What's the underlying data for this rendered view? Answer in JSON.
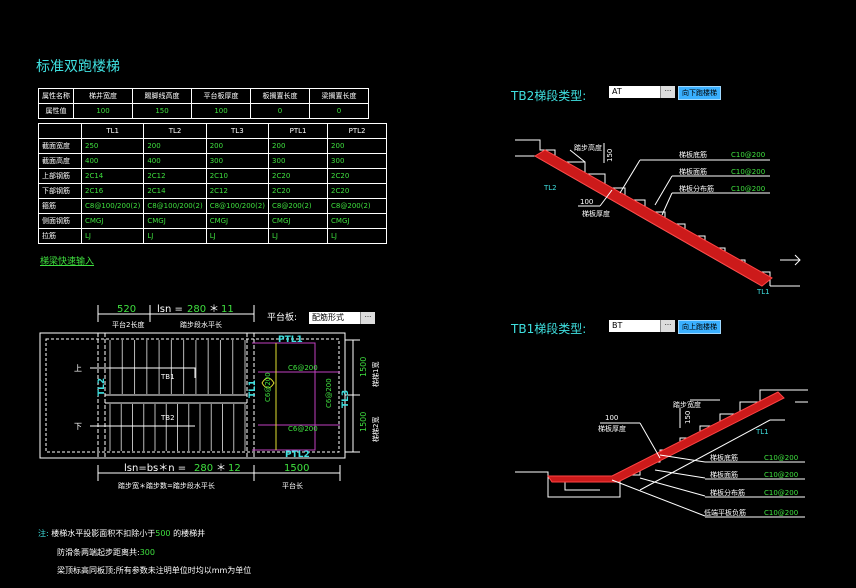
{
  "title": "标准双跑楼梯",
  "top_table": {
    "headers": [
      "属性名称",
      "梯井宽度",
      "踢脚线高度",
      "平台板厚度",
      "板搁置长度",
      "梁搁置长度"
    ],
    "row_label": "属性值",
    "values": [
      "100",
      "150",
      "100",
      "0",
      "0"
    ]
  },
  "bar_table": {
    "columns": [
      "TL1",
      "TL2",
      "TL3",
      "PTL1",
      "PTL2"
    ],
    "rows": [
      {
        "label": "截面宽度",
        "values": [
          "250",
          "200",
          "200",
          "200",
          "200"
        ]
      },
      {
        "label": "截面高度",
        "values": [
          "400",
          "400",
          "300",
          "300",
          "300"
        ]
      },
      {
        "label": "上部钢筋",
        "values": [
          "2C14",
          "2C12",
          "2C10",
          "2C20",
          "2C20"
        ]
      },
      {
        "label": "下部钢筋",
        "values": [
          "2C16",
          "2C14",
          "2C12",
          "2C20",
          "2C20"
        ]
      },
      {
        "label": "箍筋",
        "values": [
          "C8@100/200(2)",
          "C8@100/200(2)",
          "C8@100/200(2)",
          "C8@200(2)",
          "C8@200(2)"
        ]
      },
      {
        "label": "侧面钢筋",
        "values": [
          "CMGJ",
          "CMGJ",
          "CMGJ",
          "CMGJ",
          "CMGJ"
        ]
      },
      {
        "label": "拉筋",
        "values": [
          "LJ",
          "LJ",
          "LJ",
          "LJ",
          "LJ"
        ]
      }
    ]
  },
  "quick_input_link": "梯梁快速输入",
  "plan": {
    "dim_520": "520",
    "lsn_label": "lsn = ",
    "lsn_val": "280",
    "lsn_mult": "＊",
    "lsn_n": "11",
    "platform2_len": "平台2长度",
    "step_len": "踏步段水平长",
    "platform_label": "平台板:",
    "platform_combo": "配筋形式",
    "ptl1": "PTL1",
    "ptl2": "PTL2",
    "tl1": "TL1",
    "tl2": "TL2",
    "tl3": "TL3",
    "up": "上",
    "down": "下",
    "tb1": "TB1",
    "tb2": "TB2",
    "c6_1": "C6@200",
    "c6_2": "C6@200",
    "c6_v1": "C6@200",
    "c6_v2": "C6@200",
    "w1500a": "1500",
    "w1500b": "1500",
    "run1": "梯梯1宽",
    "run2": "梯梯2宽",
    "bottom_formula_a": "lsn=bs＊n = ",
    "bottom_val": "280",
    "bottom_mult": "＊",
    "bottom_n": "12",
    "bottom_1500": "1500",
    "bottom_desc": "踏步宽＊踏步数=踏步段水平长",
    "platform_len": "平台长"
  },
  "notes": {
    "prefix": "注:",
    "line1a": "楼梯水平投影面积不扣除小于",
    "line1b": "500",
    "line1c": "的楼梯井",
    "line2a": "防滑条两端起步距离共:",
    "line2b": "300",
    "line3": "梁顶标高同板顶;所有参数未注明单位时均以mm为单位"
  },
  "tb2": {
    "label": "TB2梯段类型:",
    "combo": "AT",
    "button": "向下跑楼梯",
    "step_h": "踏步高度",
    "dim150": "150",
    "dim100": "100",
    "slab_t": "梯板厚度",
    "tl2": "TL2",
    "tl1": "TL1",
    "r1": "梯板底筋",
    "r1v": "C10@200",
    "r2": "梯板面筋",
    "r2v": "C10@200",
    "r3": "梯板分布筋",
    "r3v": "C10@200"
  },
  "tb1": {
    "label": "TB1梯段类型:",
    "combo": "BT",
    "button": "向上跑楼梯",
    "step_w": "踏步宽度",
    "dim150": "150",
    "dim100": "100",
    "slab_t": "梯板厚度",
    "tl1": "TL1",
    "r1": "梯板底筋",
    "r1v": "C10@200",
    "r2": "梯板面筋",
    "r2v": "C10@200",
    "r3": "梯板分布筋",
    "r3v": "C10@200",
    "r4": "低端平板负筋",
    "r4v": "C10@200"
  }
}
